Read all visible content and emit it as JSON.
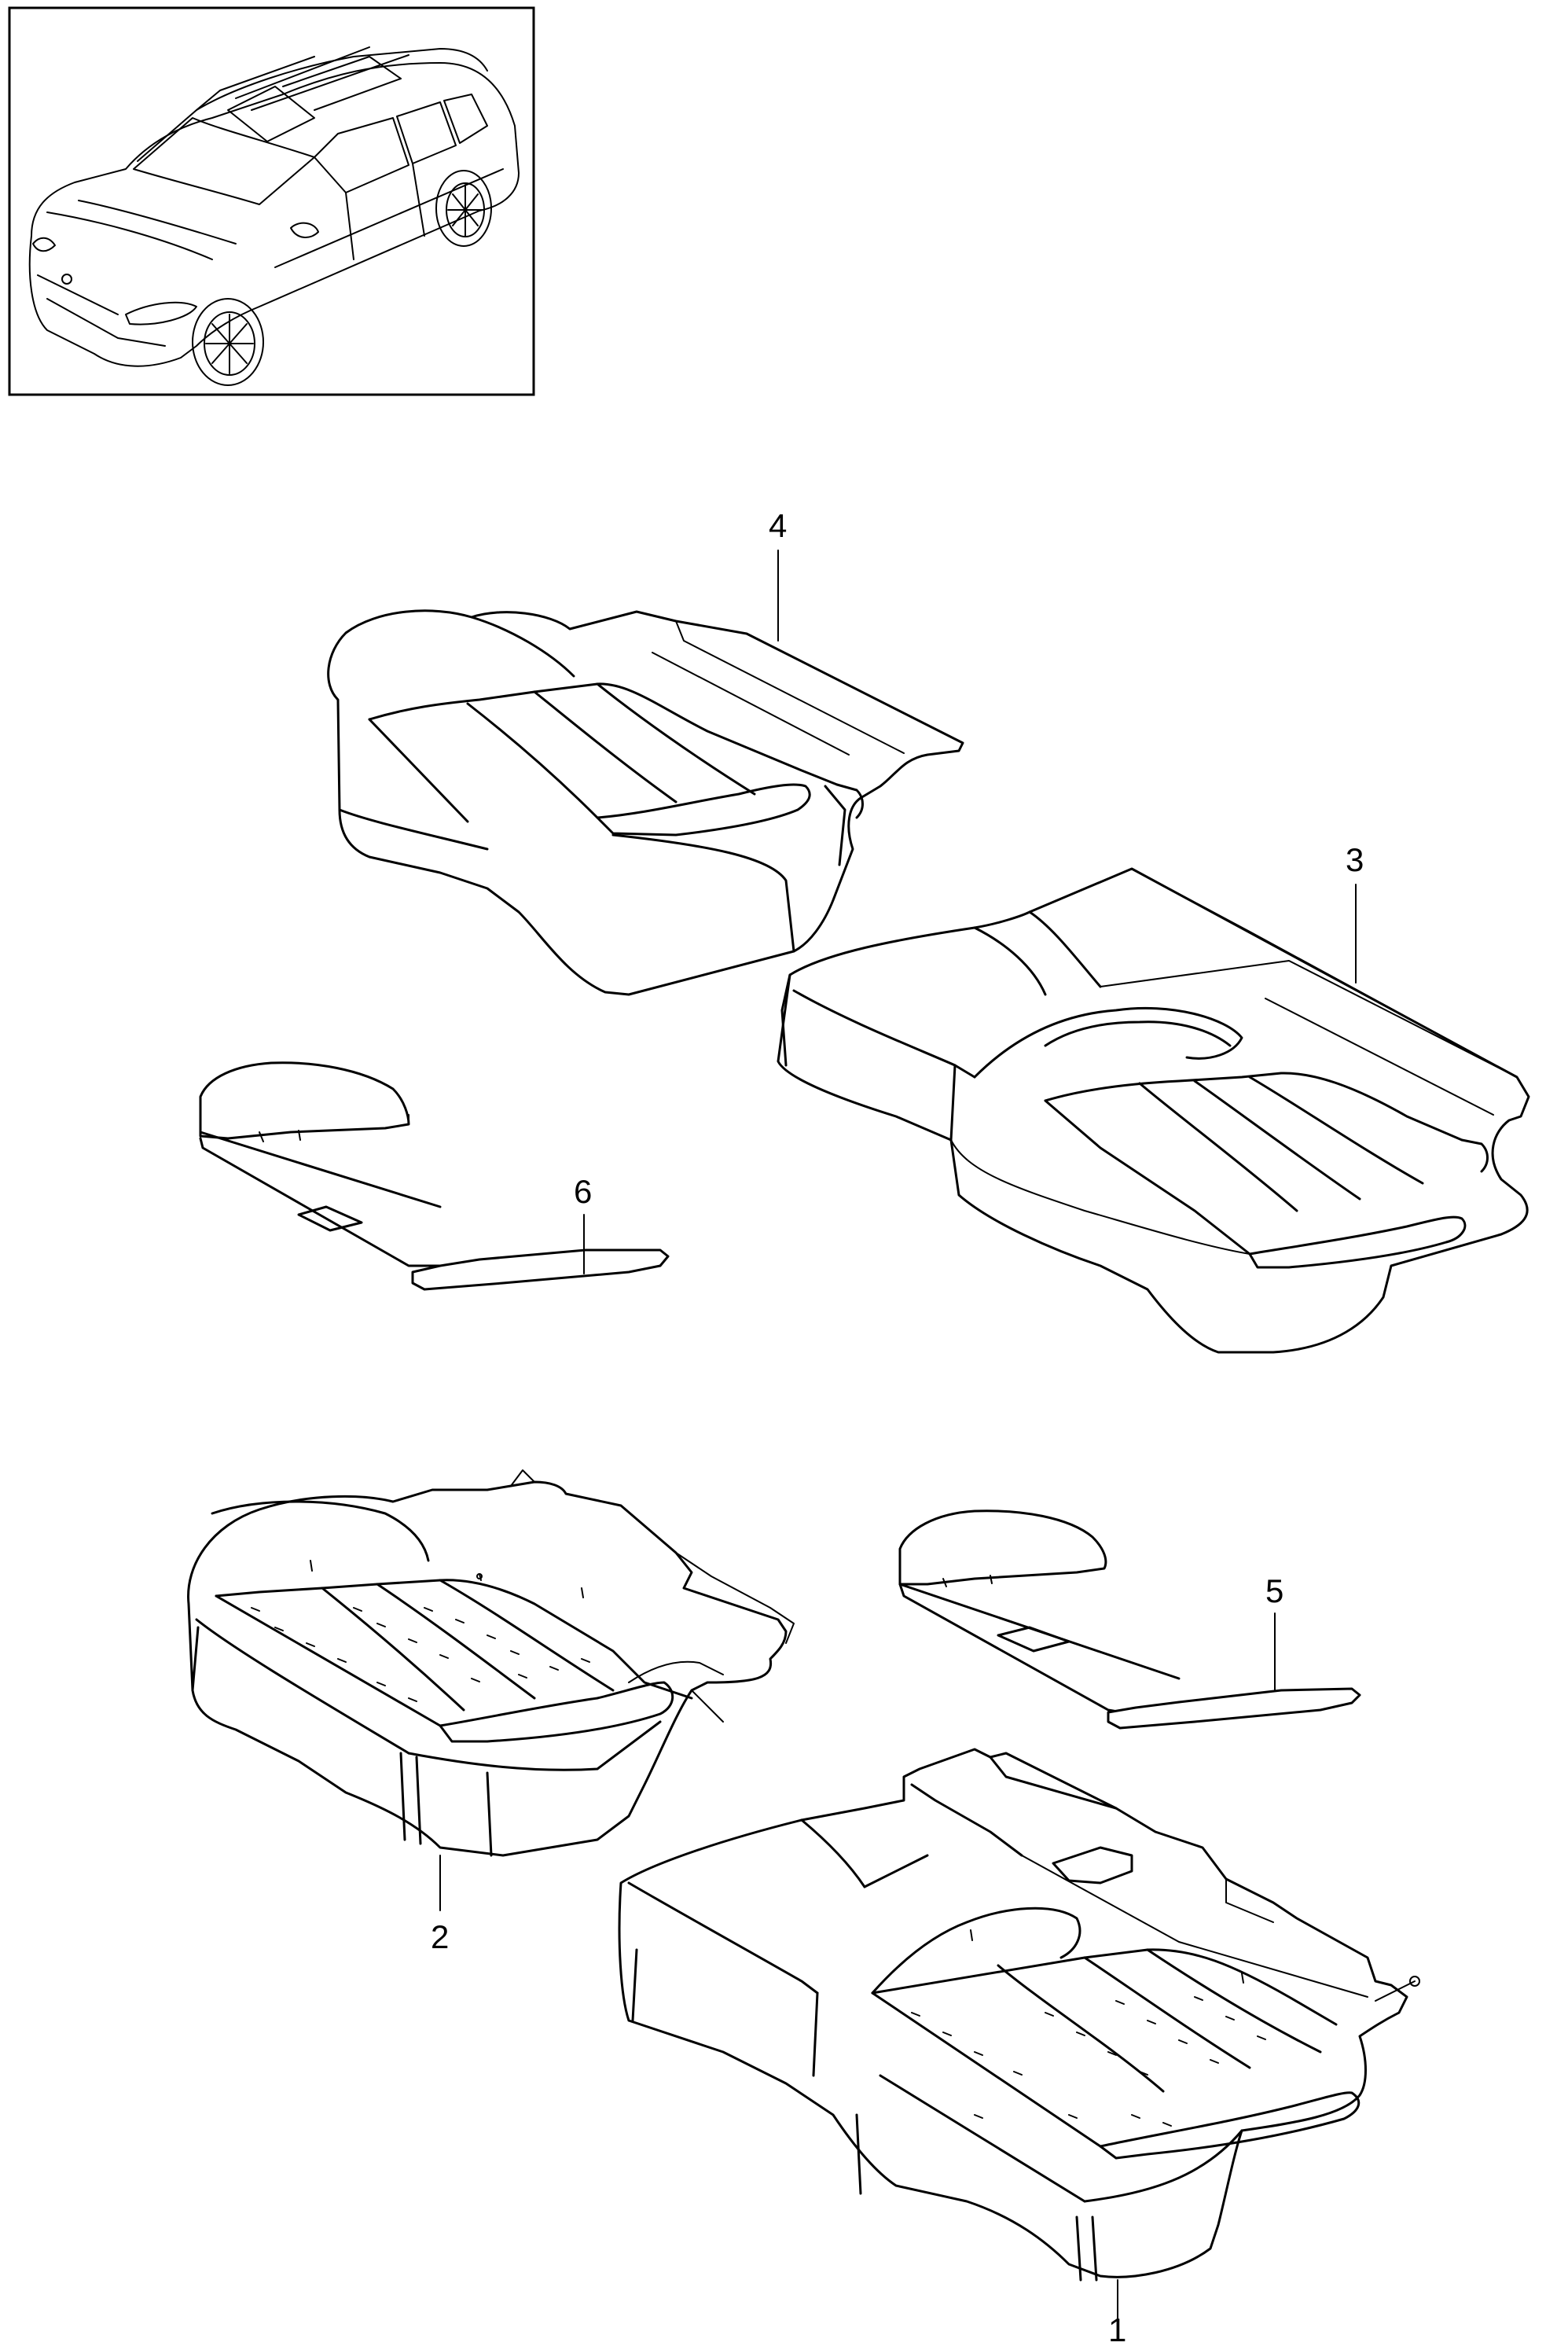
{
  "callouts": [
    {
      "id": "1",
      "text": "1"
    },
    {
      "id": "2",
      "text": "2"
    },
    {
      "id": "3",
      "text": "3"
    },
    {
      "id": "4",
      "text": "4"
    },
    {
      "id": "5",
      "text": "5"
    },
    {
      "id": "6",
      "text": "6"
    }
  ],
  "colors": {
    "line": "#000000",
    "background": "#ffffff"
  },
  "icons": {
    "vehicle": "suv-thumbnail-icon"
  }
}
